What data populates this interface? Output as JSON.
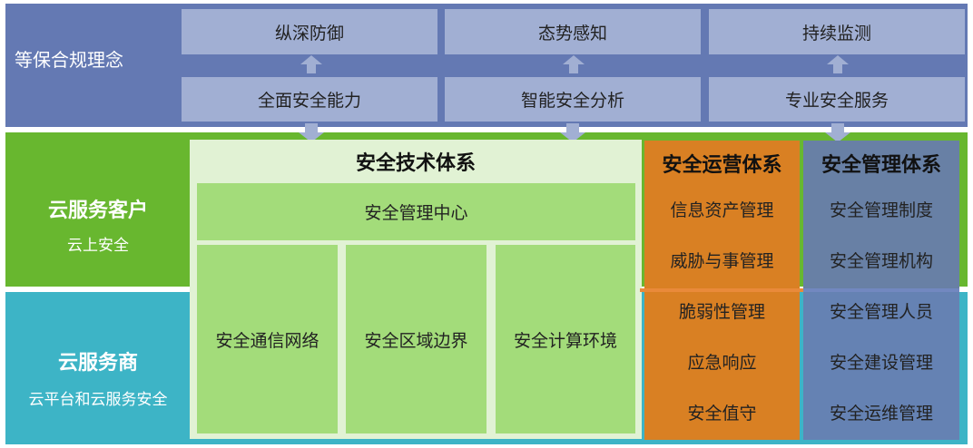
{
  "top": {
    "label": "等保合规理念",
    "principles": [
      "纵深防御",
      "态势感知",
      "持续监测"
    ],
    "capabilities": [
      "全面安全能力",
      "智能安全分析",
      "专业安全服务"
    ]
  },
  "customer": {
    "title": "云服务客户",
    "subtitle": "云上安全"
  },
  "provider": {
    "title": "云服务商",
    "subtitle": "云平台和云服务安全"
  },
  "tech": {
    "title": "安全技术体系",
    "center": "安全管理中心",
    "cols": [
      "安全通信网络",
      "安全区域边界",
      "安全计算环境"
    ]
  },
  "ops": {
    "title": "安全运营体系",
    "items": [
      "信息资产管理",
      "威胁与事管理",
      "脆弱性管理",
      "应急响应",
      "安全值守"
    ]
  },
  "mgmt": {
    "title": "安全管理体系",
    "items": [
      "安全管理制度",
      "安全管理机构",
      "安全管理人员",
      "安全建设管理",
      "安全运维管理"
    ]
  },
  "colors": {
    "top": "#6479b3",
    "green": "#68b72f",
    "teal": "#3db4c6",
    "orange": "#d98023",
    "mgmt": "#6582b3"
  }
}
